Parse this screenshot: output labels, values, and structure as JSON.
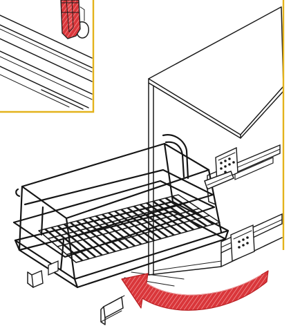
{
  "colors": {
    "background": "#ffffff",
    "line": "#1a1a1a",
    "frame_accent": "#e3b21b",
    "arrow_red": "#d9363a",
    "arrow_hatch": "#f28a8c"
  },
  "icons": {
    "detail_callout": "detail-callout-box",
    "swing_arrow": "curved-arrow",
    "screws": "screw-holes"
  }
}
